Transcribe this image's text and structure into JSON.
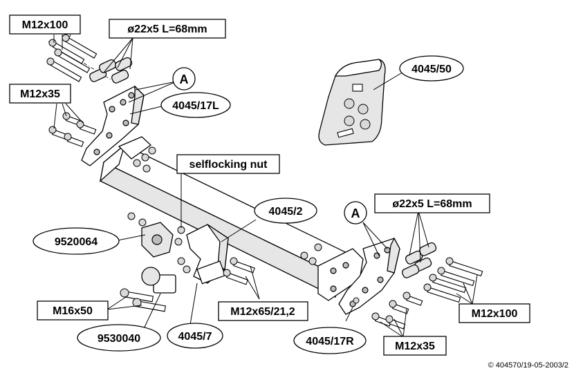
{
  "labels": {
    "m12x100_top": "M12x100",
    "pin_top": "ø22x5 L=68mm",
    "m12x35_left": "M12x35",
    "view_a_left": "A",
    "bracket_left": "4045/17L",
    "kit_bag": "4045/50",
    "selflocking_nut": "selflocking nut",
    "main_bar": "4045/2",
    "view_a_right": "A",
    "pin_right": "ø22x5 L=68mm",
    "socket_plate": "9520064",
    "m16x50": "M16x50",
    "m12x65": "M12x65/21,2",
    "ball": "9530040",
    "ball_mount": "4045/7",
    "bracket_right": "4045/17R",
    "m12x35_right": "M12x35",
    "m12x100_right": "M12x100"
  },
  "copyright": "© 404570/19-05-2003/2"
}
